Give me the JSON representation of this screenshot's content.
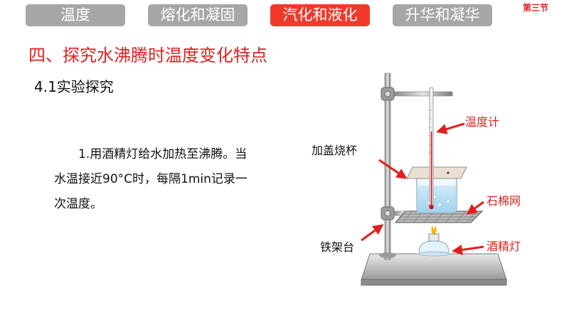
{
  "nav": {
    "tabs": [
      {
        "label": "温度",
        "active": false
      },
      {
        "label": "熔化和凝固",
        "active": false
      },
      {
        "label": "汽化和液化",
        "active": true
      },
      {
        "label": "升华和凝华",
        "active": false
      }
    ],
    "section": "第三节"
  },
  "content": {
    "heading": "四、探究水沸腾时温度变化特点",
    "subheading": "4.1实验探究",
    "body": "1.用酒精灯给水加热至沸腾。当水温接近90°C时，每隔1min记录一次温度。"
  },
  "figure": {
    "labels": {
      "thermometer": "温度计",
      "beaker": "加盖烧杯",
      "gauze": "石棉网",
      "stand": "铁架台",
      "lamp": "酒精灯"
    }
  },
  "colors": {
    "accent": "#f0392b",
    "tab_inactive": "#a6a6a6",
    "heading": "#e02020",
    "arrow": "#e02020"
  }
}
